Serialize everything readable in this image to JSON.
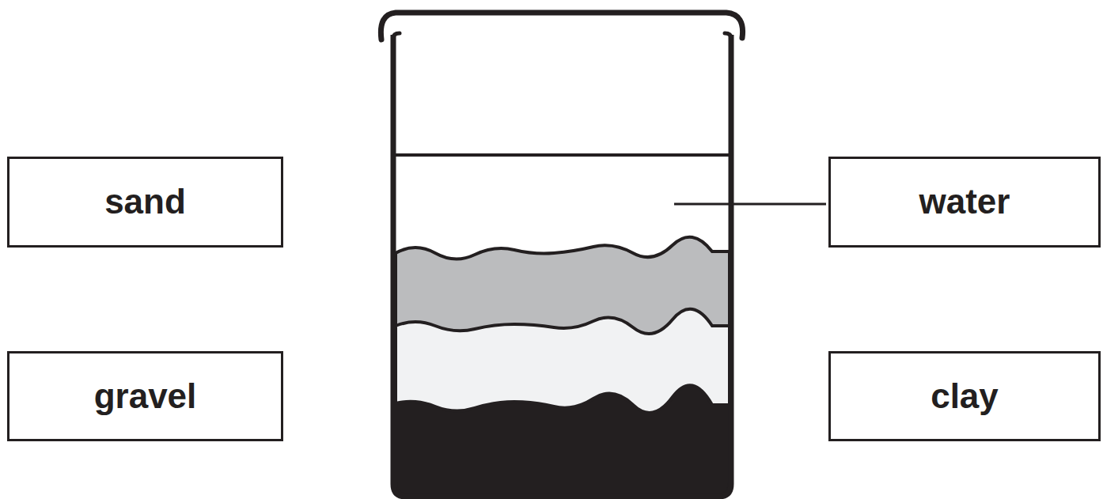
{
  "diagram": {
    "nodes": [
      {
        "text": [
          "sand"
        ]
      },
      {
        "text": [
          "water"
        ]
      },
      {
        "text": [
          "gravel"
        ]
      },
      {
        "text": [
          "clay"
        ]
      }
    ]
  }
}
